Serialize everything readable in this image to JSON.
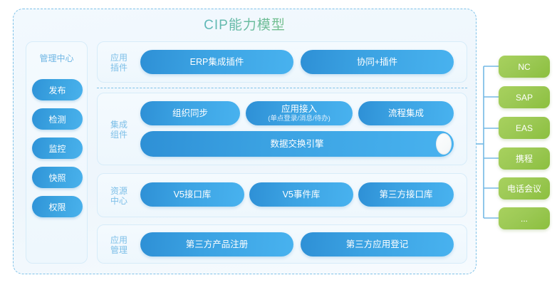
{
  "diagram": {
    "title": "CIP能力模型",
    "title_gradient": [
      "#3aa3dd",
      "#8cc63f"
    ],
    "frame_border_color": "#7fc2e8"
  },
  "management_center": {
    "title": "管理中心",
    "items": [
      {
        "label": "发布"
      },
      {
        "label": "检测"
      },
      {
        "label": "监控"
      },
      {
        "label": "快照"
      },
      {
        "label": "权限"
      }
    ]
  },
  "rows": [
    {
      "label": "应用\n插件",
      "label_line1": "应用",
      "label_line2": "插件",
      "items": [
        {
          "label": "ERP集成插件",
          "sub": ""
        },
        {
          "label": "协同+插件",
          "sub": ""
        }
      ]
    },
    {
      "label_line1": "集成",
      "label_line2": "组件",
      "items": [
        {
          "label": "组织同步",
          "sub": ""
        },
        {
          "label": "应用接入",
          "sub": "(单点登录/消息/待办)"
        },
        {
          "label": "流程集成",
          "sub": ""
        },
        {
          "label": "数据交换引擎",
          "sub": ""
        }
      ]
    },
    {
      "label_line1": "资源",
      "label_line2": "中心",
      "items": [
        {
          "label": "V5接口库",
          "sub": ""
        },
        {
          "label": "V5事件库",
          "sub": ""
        },
        {
          "label": "第三方接口库",
          "sub": ""
        }
      ]
    },
    {
      "label_line1": "应用",
      "label_line2": "管理",
      "items": [
        {
          "label": "第三方产品注册",
          "sub": ""
        },
        {
          "label": "第三方应用登记",
          "sub": ""
        }
      ]
    }
  ],
  "external_systems": {
    "accent_color": "#8cc63f",
    "connector_color": "#73b9e5",
    "items": [
      {
        "label": "NC"
      },
      {
        "label": "SAP"
      },
      {
        "label": "EAS"
      },
      {
        "label": "携程"
      },
      {
        "label": "电话会议"
      },
      {
        "label": "..."
      }
    ]
  }
}
